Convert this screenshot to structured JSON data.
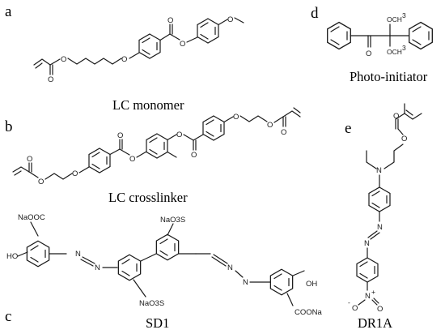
{
  "panels": [
    {
      "letter": "a",
      "caption": "LC monomer"
    },
    {
      "letter": "b",
      "caption": "LC crosslinker"
    },
    {
      "letter": "c",
      "caption": "SD1"
    },
    {
      "letter": "d",
      "caption": "Photo-initiator"
    },
    {
      "letter": "e",
      "caption": "DR1A"
    }
  ],
  "atoms": {
    "oxygen": "O",
    "nitrogen": "N",
    "methyl": "CH",
    "methyl_sup": "3",
    "methoxy_label": "OCH",
    "sodium_carboxylate_left": "NaOOC",
    "sodium_carboxylate_right": "COONa",
    "hydroxyl": "HO",
    "hydroxyl_right": "OH",
    "sulfonate_top": "NaO3S",
    "sulfonate_bottom": "NaO3S",
    "nitro_n": "N",
    "nitro_plus": "+",
    "nitro_o_minus": "O",
    "nitro_o": "O",
    "minus": "-"
  }
}
